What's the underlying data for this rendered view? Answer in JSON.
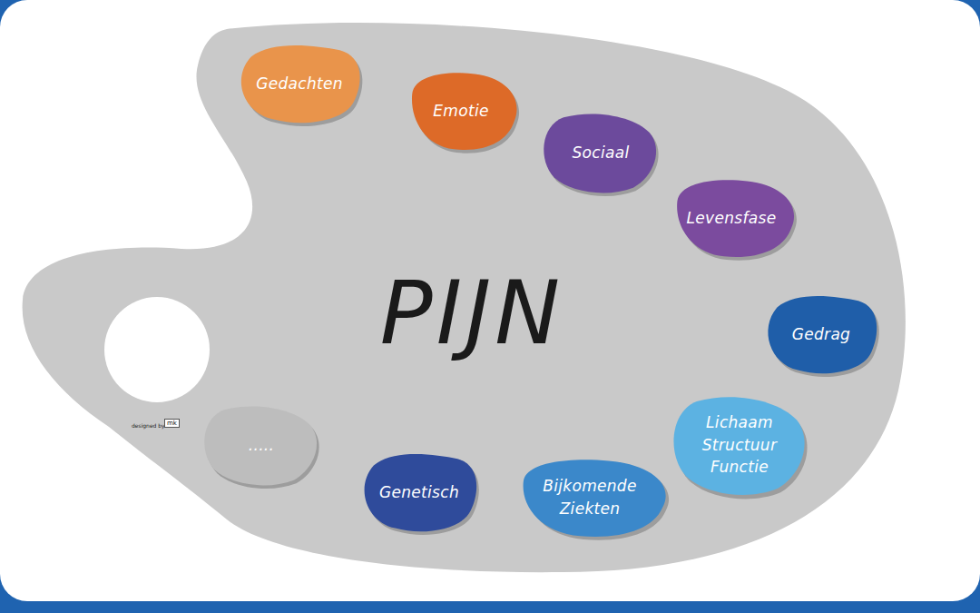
{
  "diagram": {
    "nodes": [
      {
        "text": [
          "PIJN"
        ]
      },
      {
        "text": [
          "Gedachten"
        ],
        "in": 0
      },
      {
        "text": [
          "Emotie"
        ],
        "in": 0
      },
      {
        "text": [
          "Sociaal"
        ],
        "in": 0
      },
      {
        "text": [
          "Levensfase"
        ],
        "in": 0
      },
      {
        "text": [
          "Gedrag"
        ],
        "in": 0
      },
      {
        "text": [
          "Lichaam Structuur Functie"
        ],
        "in": 0
      },
      {
        "text": [
          "Bijkomende Ziekten"
        ],
        "in": 0
      },
      {
        "text": [
          "Genetisch"
        ],
        "in": 0
      },
      {
        "text": [
          "....."
        ],
        "in": 0
      }
    ],
    "labels": [
      "designed by",
      "mk"
    ]
  }
}
